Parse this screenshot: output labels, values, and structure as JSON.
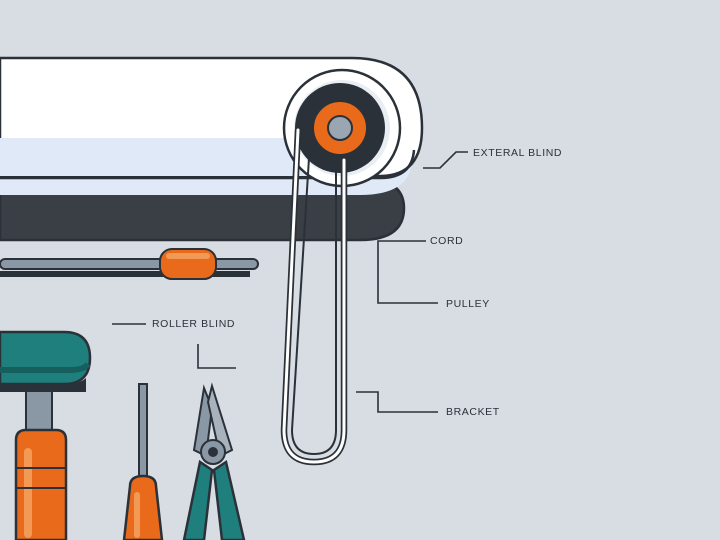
{
  "labels": {
    "external_blind": "EXTERAL BLIND",
    "cord": "CORD",
    "pulley": "PULLEY",
    "roller_blind": "ROLLER BLIND",
    "bracket": "BRACKET"
  },
  "colors": {
    "background": "#d7dde3",
    "outline": "#2b3138",
    "casing_white": "#ffffff",
    "casing_highlight": "#dfe9f7",
    "casing_shadow": "#3a3f46",
    "accent_orange": "#e86a1a",
    "tool_teal": "#1f7f7d",
    "steel": "#8a97a4"
  },
  "icons": [
    "roller-blind-casing",
    "pulley-wheel",
    "cord-loop",
    "screwdriver",
    "mallet",
    "pliers"
  ]
}
